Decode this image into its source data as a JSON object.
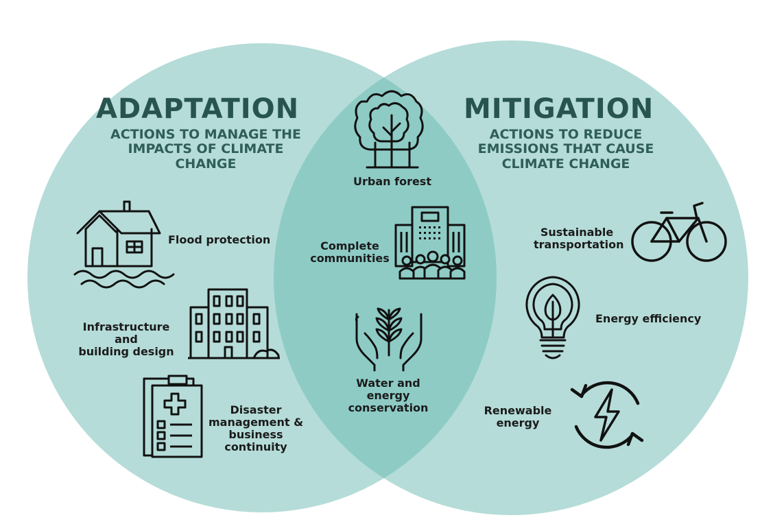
{
  "colors": {
    "left_circle": "#b5dcd8",
    "right_circle": "#b5dcd8",
    "overlap": "#8ecbc5",
    "title": "#285450",
    "subtitle": "#2f5e5a",
    "icon_stroke": "#111111"
  },
  "adaptation": {
    "title": "ADAPTATION",
    "subtitle_line1": "ACTIONS TO MANAGE THE",
    "subtitle_line2": "IMPACTS  OF CLIMATE",
    "subtitle_line3": "CHANGE",
    "items": [
      {
        "icon": "flooded-house-icon",
        "line1": "Flood protection",
        "line2": ""
      },
      {
        "icon": "building-icon",
        "line1": "Infrastructure and",
        "line2": "building design"
      },
      {
        "icon": "medical-clipboard-icon",
        "line1": "Disaster",
        "line2": "management &",
        "line3": "business",
        "line4": "continuity"
      }
    ]
  },
  "overlap": {
    "items": [
      {
        "icon": "trees-icon",
        "line1": "Urban forest"
      },
      {
        "icon": "community-buildings-icon",
        "line1": "Complete",
        "line2": "communities"
      },
      {
        "icon": "hands-plant-icon",
        "line1": "Water and",
        "line2": "energy",
        "line3": "conservation"
      }
    ]
  },
  "mitigation": {
    "title": "MITIGATION",
    "subtitle_line1": "ACTIONS TO REDUCE",
    "subtitle_line2": "EMISSIONS THAT CAUSE",
    "subtitle_line3": "CLIMATE CHANGE",
    "items": [
      {
        "icon": "bicycle-icon",
        "line1": "Sustainable",
        "line2": "transportation"
      },
      {
        "icon": "lightbulb-leaf-icon",
        "line1": "Energy efficiency"
      },
      {
        "icon": "renewable-bolt-icon",
        "line1": "Renewable",
        "line2": "energy"
      }
    ]
  }
}
